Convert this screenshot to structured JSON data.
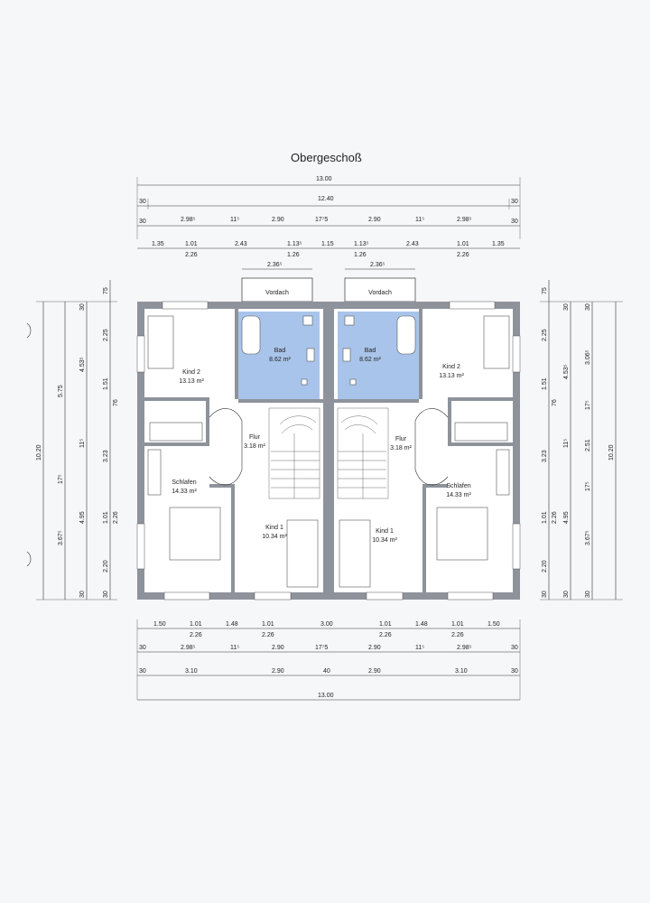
{
  "title": "Obergeschoß",
  "rooms": {
    "left": {
      "kind2": {
        "name": "Kind 2",
        "area": "13.13 m²"
      },
      "bad": {
        "name": "Bad",
        "area": "8.62 m²"
      },
      "flur": {
        "name": "Flur",
        "area": "3.18 m²"
      },
      "schlafen": {
        "name": "Schlafen",
        "area": "14.33 m²"
      },
      "kind1": {
        "name": "Kind 1",
        "area": "10.34 m²"
      },
      "vordach": "Vordach"
    },
    "right": {
      "kind2": {
        "name": "Kind 2",
        "area": "13.13 m²"
      },
      "bad": {
        "name": "Bad",
        "area": "8.62 m²"
      },
      "flur": {
        "name": "Flur",
        "area": "3.18 m²"
      },
      "schlafen": {
        "name": "Schlafen",
        "area": "14.33 m²"
      },
      "kind1": {
        "name": "Kind 1",
        "area": "10.34 m²"
      },
      "vordach": "Vordach"
    }
  },
  "dims": {
    "top": {
      "r1": [
        "13.00"
      ],
      "r2": [
        "30",
        "12.40",
        "30"
      ],
      "r3": [
        "30",
        "2.98⁵",
        "11⁵",
        "2.90",
        "17⁷5",
        "2.90",
        "11⁵",
        "2.98⁵",
        "30"
      ],
      "r4": [
        "1.35",
        "1.01",
        "2.43",
        "1.13⁵",
        "1.15",
        "1.13⁵",
        "2.43",
        "1.01",
        "1.35"
      ],
      "r4sub": [
        "2.26",
        "1.26",
        "1.26",
        "2.26"
      ],
      "r5": [
        "2.36⁵",
        "2.36⁵"
      ]
    },
    "bottom": {
      "r1": [
        "1.50",
        "1.01",
        "1.48",
        "1.01",
        "3.00",
        "1.01",
        "1.48",
        "1.01",
        "1.50"
      ],
      "r1sub": [
        "2.26",
        "2.26",
        "2.26",
        "2.26"
      ],
      "r2": [
        "30",
        "2.98⁵",
        "11⁵",
        "2.90",
        "17⁷5",
        "2.90",
        "11⁵",
        "2.98⁵",
        "30"
      ],
      "r3": [
        "30",
        "3.10",
        "2.90",
        "40",
        "2.90",
        "3.10",
        "30"
      ],
      "r4": [
        "13.00"
      ]
    },
    "left": {
      "outer": "10.20",
      "c2": [
        "5.75",
        "17⁵",
        "3.67⁵"
      ],
      "c3": [
        "30",
        "4.53⁵",
        "11⁵",
        "4.95",
        "30"
      ],
      "c4": [
        "75",
        "2.25",
        "1.51",
        "76",
        "3.23",
        "1.01",
        "2.26",
        "2.20",
        "30"
      ]
    },
    "right": {
      "outer": "10.20",
      "c1": [
        "75",
        "2.25",
        "1.51",
        "76",
        "3.23",
        "1.01",
        "2.26",
        "2.20",
        "30"
      ],
      "c2": [
        "30",
        "4.53⁵",
        "11⁵",
        "4.95",
        "30"
      ],
      "c3": [
        "30",
        "3.06⁵",
        "17⁵",
        "2.51",
        "17⁵",
        "3.67⁵",
        "30"
      ]
    }
  }
}
